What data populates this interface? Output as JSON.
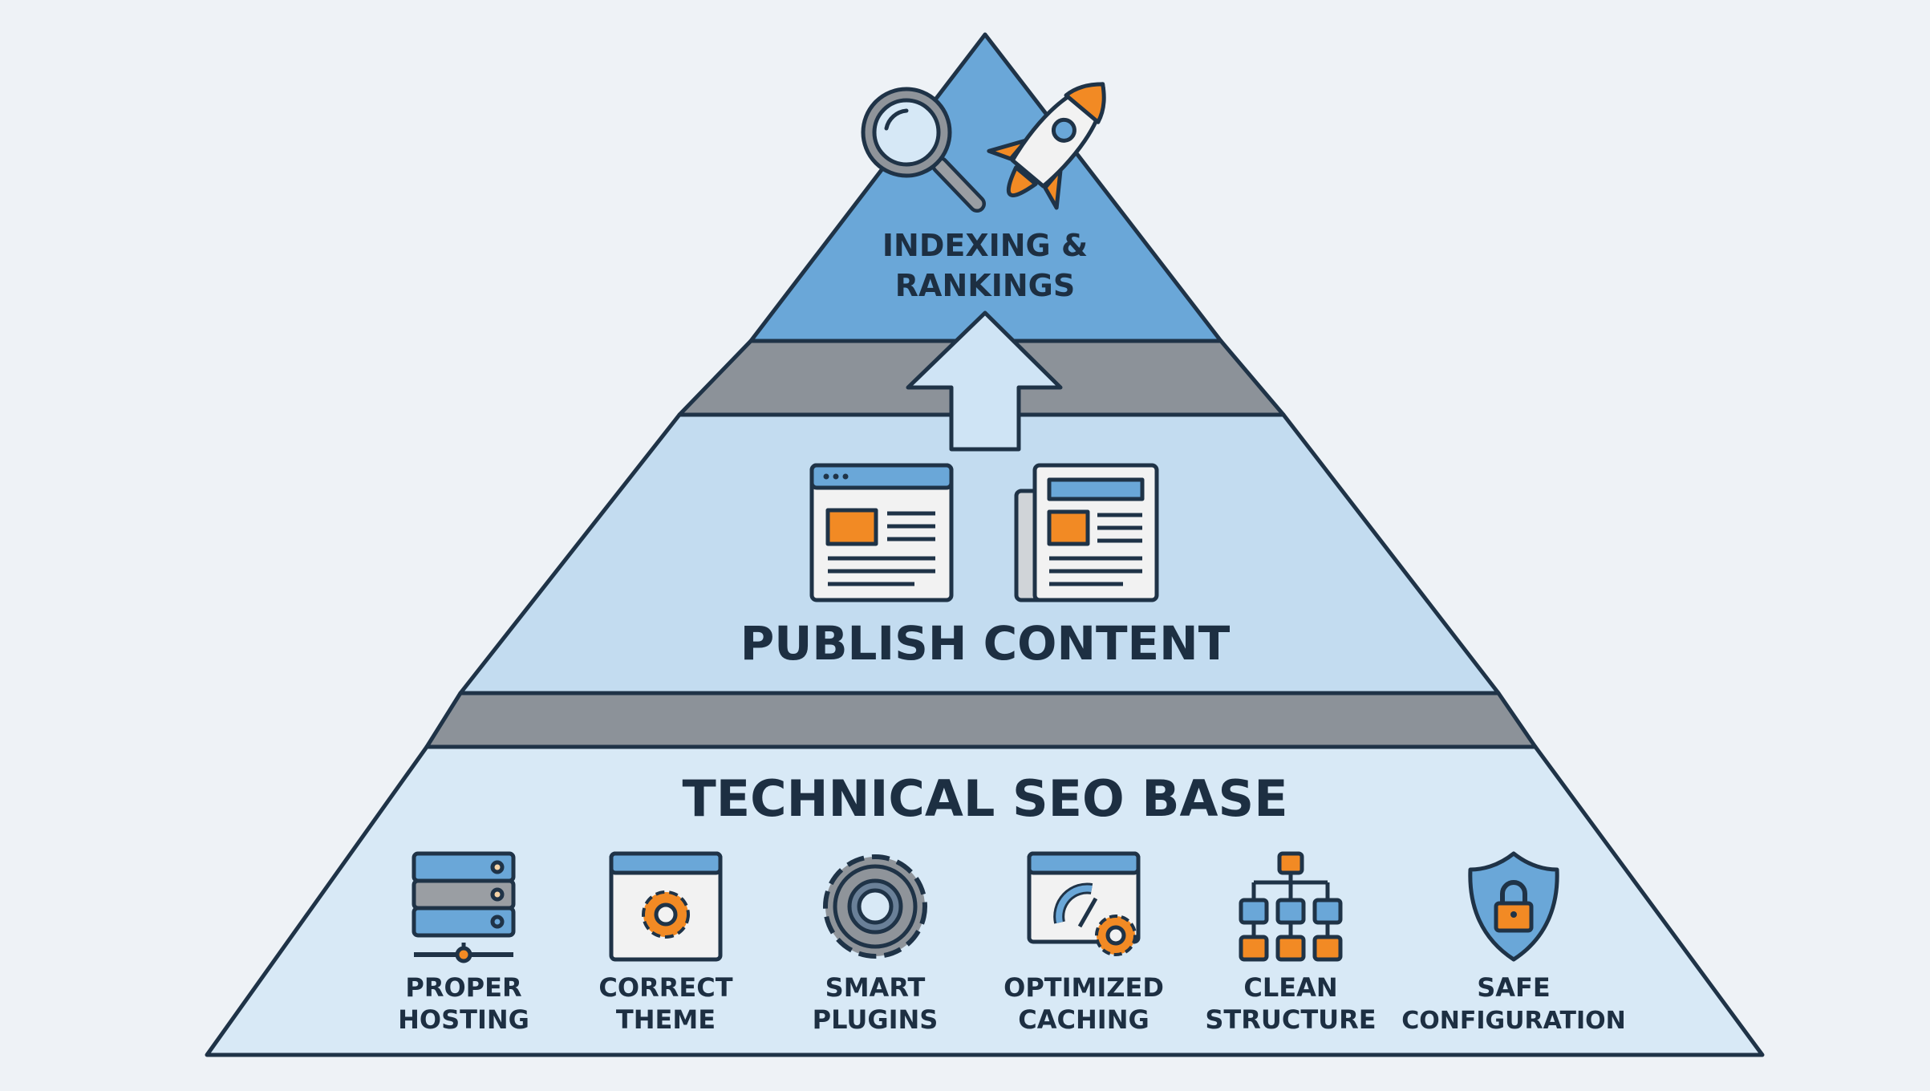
{
  "colors": {
    "top_tier": "#6aa7d8",
    "middle_tier": "#c3dcf0",
    "base_tier": "#d8e9f6",
    "connector": "#8c9299",
    "outline": "#1f3347",
    "accent": "#f28a24",
    "background": "#eef2f6"
  },
  "top": {
    "title_line1": "INDEXING &",
    "title_line2": "RANKINGS",
    "icons": [
      "magnifier-icon",
      "rocket-icon"
    ]
  },
  "middle": {
    "title": "PUBLISH CONTENT",
    "icons": [
      "web-page-icon",
      "newspaper-icon"
    ]
  },
  "base": {
    "title": "TECHNICAL SEO BASE",
    "items": [
      {
        "line1": "PROPER",
        "line2": "HOSTING",
        "icon": "server-icon"
      },
      {
        "line1": "CORRECT",
        "line2": "THEME",
        "icon": "theme-window-gear-icon"
      },
      {
        "line1": "SMART",
        "line2": "PLUGINS",
        "icon": "gear-icon"
      },
      {
        "line1": "OPTIMIZED",
        "line2": "CACHING",
        "icon": "speedometer-window-icon"
      },
      {
        "line1": "CLEAN",
        "line2": "STRUCTURE",
        "icon": "sitemap-icon"
      },
      {
        "line1": "SAFE",
        "line2": "CONFIGURATION",
        "icon": "shield-lock-icon"
      }
    ]
  }
}
